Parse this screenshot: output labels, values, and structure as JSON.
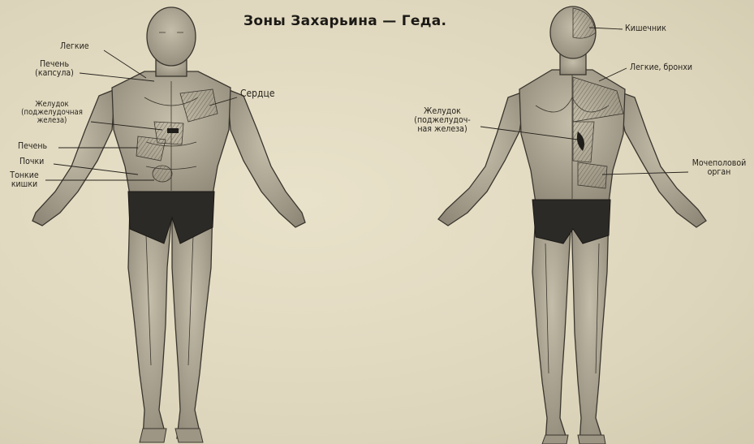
{
  "title": "Зоны Захарьина — Геда.",
  "front_labels": {
    "lungs": "Легкие",
    "liver_capsule": "Печень\n(капсула)",
    "heart": "Сердце",
    "stomach_pancreas": "Желудок\n(поджелудочная\nжелеза)",
    "liver": "Печень",
    "kidneys": "Почки",
    "small_intestine": "Тонкие\nкишки"
  },
  "back_labels": {
    "intestine": "Кишечник",
    "lungs_bronchi": "Легкие, бронхи",
    "stomach_pancreas": "Желудок\n(поджелудоч-\nная железа)",
    "urogenital": "Мочеполовой\nорган"
  },
  "colors": {
    "paper": "#e3dcc4",
    "ink": "#26231d",
    "skin": "#b9b2a0",
    "shorts": "#2c2a26"
  }
}
